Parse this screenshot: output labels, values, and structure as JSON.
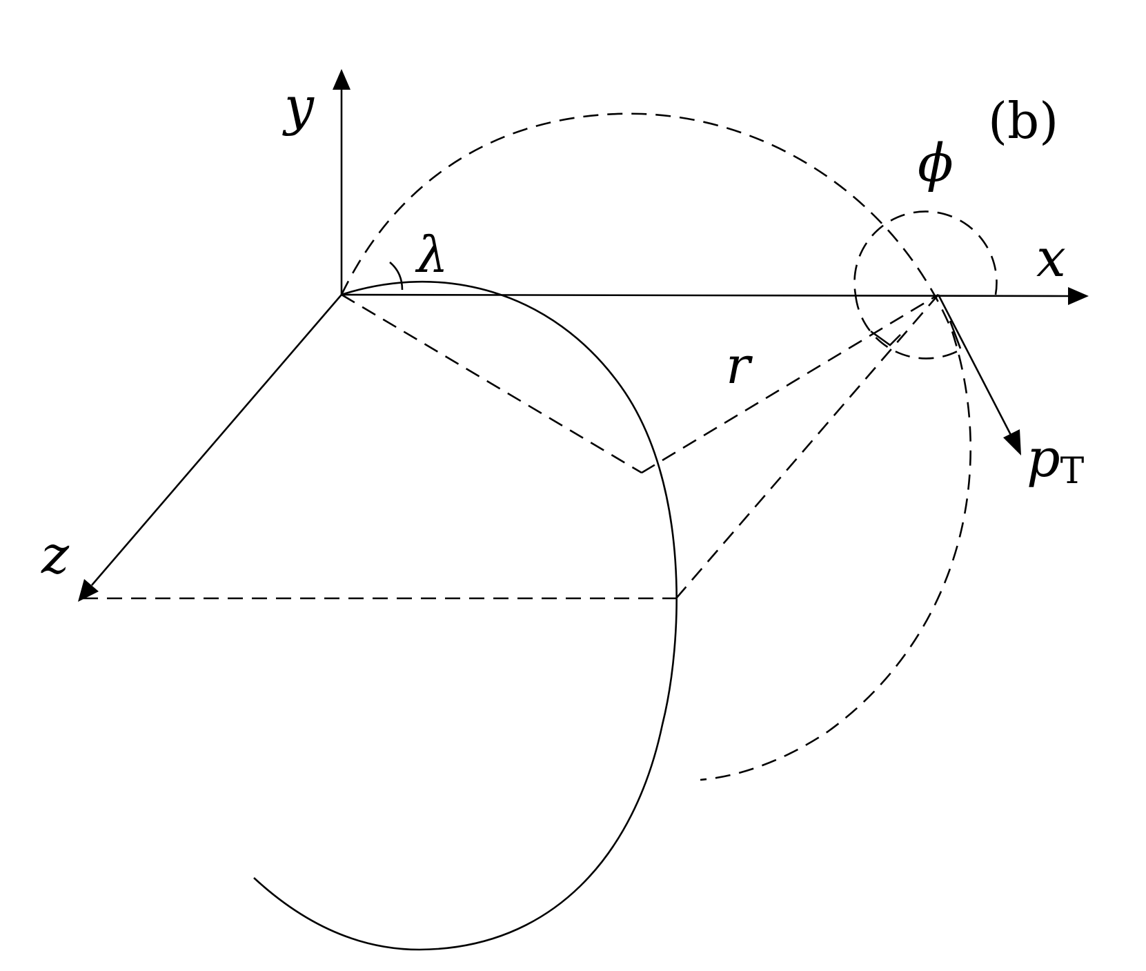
{
  "labels": {
    "panel": "(b)",
    "axis_x": "x",
    "axis_y": "y",
    "axis_z": "z",
    "radius": "r",
    "angle_lambda": "λ",
    "angle_phi": "ϕ",
    "momentum_symbol": "p",
    "momentum_subscript": "T"
  }
}
